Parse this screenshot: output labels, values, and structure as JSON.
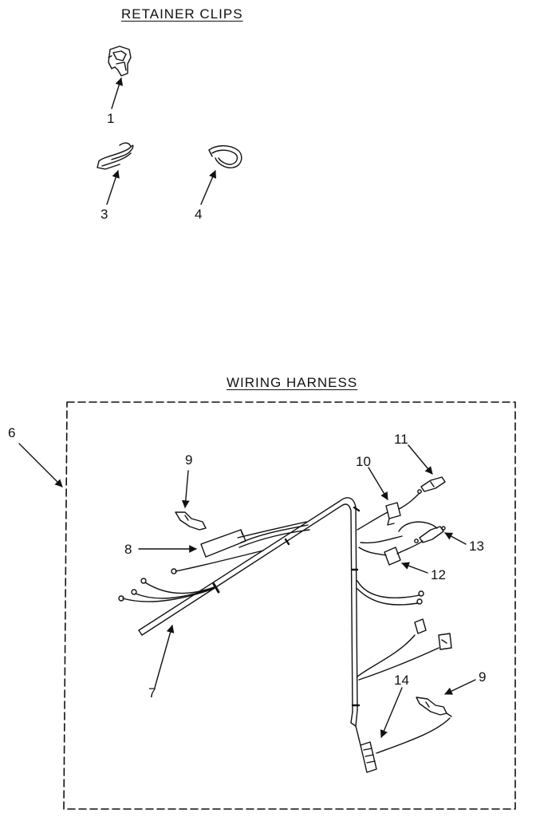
{
  "titles": {
    "retainer_clips": "RETAINER CLIPS",
    "wiring_harness": "WIRING HARNESS"
  },
  "callouts": {
    "c1": "1",
    "c3": "3",
    "c4": "4",
    "c6": "6",
    "c7": "7",
    "c8": "8",
    "c9_top": "9",
    "c9_bottom": "9",
    "c10": "10",
    "c11": "11",
    "c12": "12",
    "c13": "13",
    "c14": "14"
  }
}
